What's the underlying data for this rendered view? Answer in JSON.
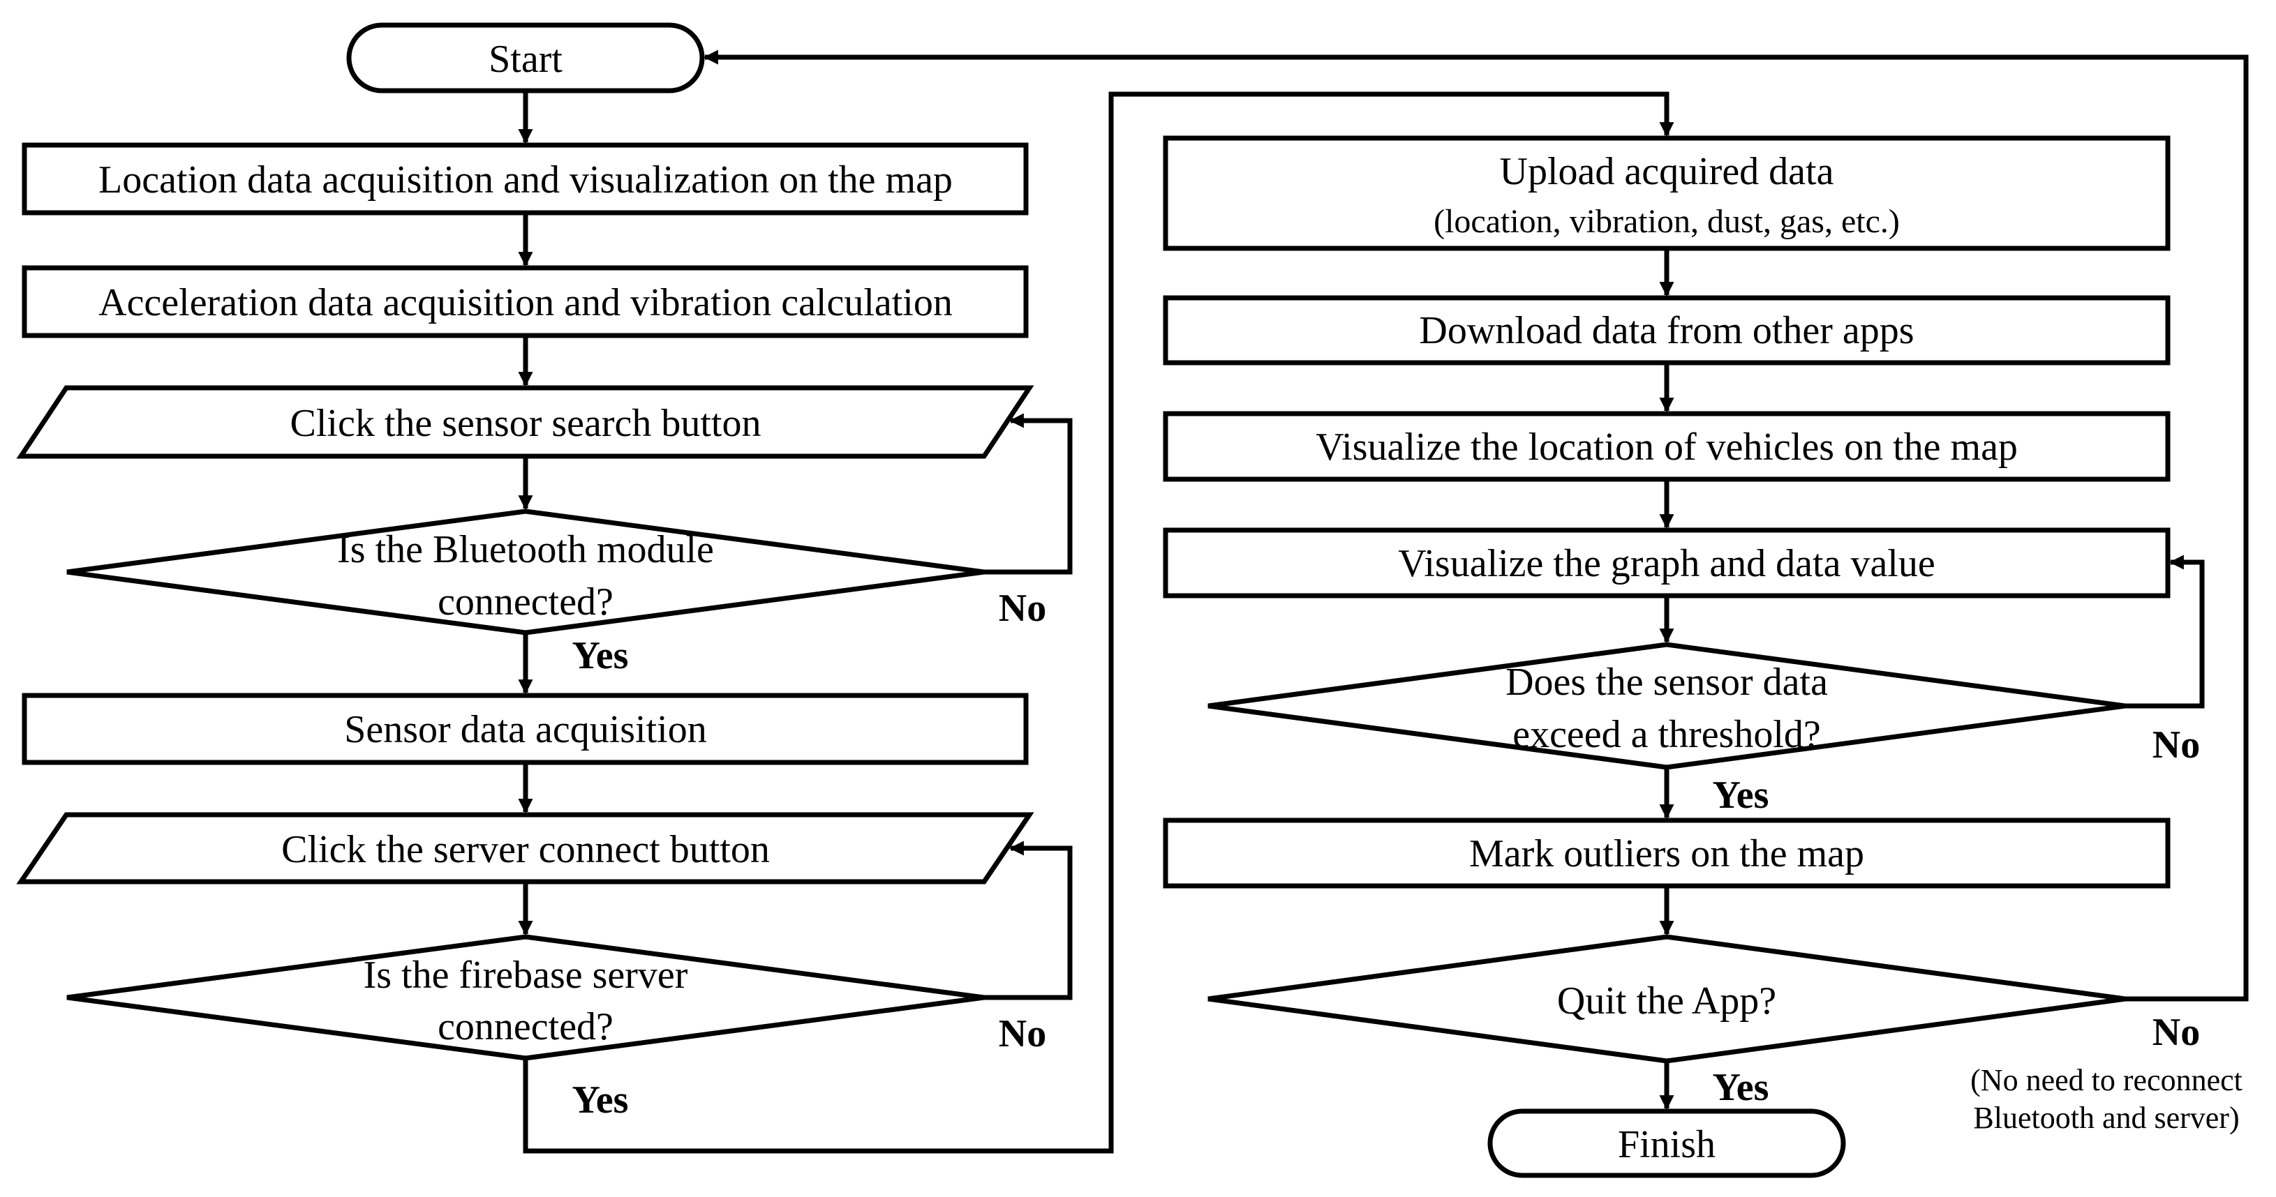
{
  "flowchart": {
    "nodes": {
      "start": "Start",
      "location": "Location data acquisition and visualization on the map",
      "acceleration": "Acceleration data acquisition and vibration calculation",
      "sensor_search": "Click the sensor search button",
      "bluetooth_q_line1": "Is the Bluetooth module",
      "bluetooth_q_line2": "connected?",
      "sensor_data": "Sensor data acquisition",
      "server_connect": "Click the server connect button",
      "firebase_q_line1": "Is the firebase server",
      "firebase_q_line2": "connected?",
      "upload_line1": "Upload acquired data",
      "upload_line2": "(location, vibration, dust, gas, etc.)",
      "download": "Download data from other apps",
      "vehicles": "Visualize the location of vehicles on the map",
      "graph": "Visualize the graph and data value",
      "threshold_q_line1": "Does the sensor data",
      "threshold_q_line2": "exceed a threshold?",
      "outliers": "Mark outliers on the map",
      "quit_q": "Quit the App?",
      "finish": "Finish"
    },
    "labels": {
      "yes": "Yes",
      "no": "No",
      "no_reconnect_note_line1": "(No need to reconnect",
      "no_reconnect_note_line2": "Bluetooth and server)"
    }
  }
}
